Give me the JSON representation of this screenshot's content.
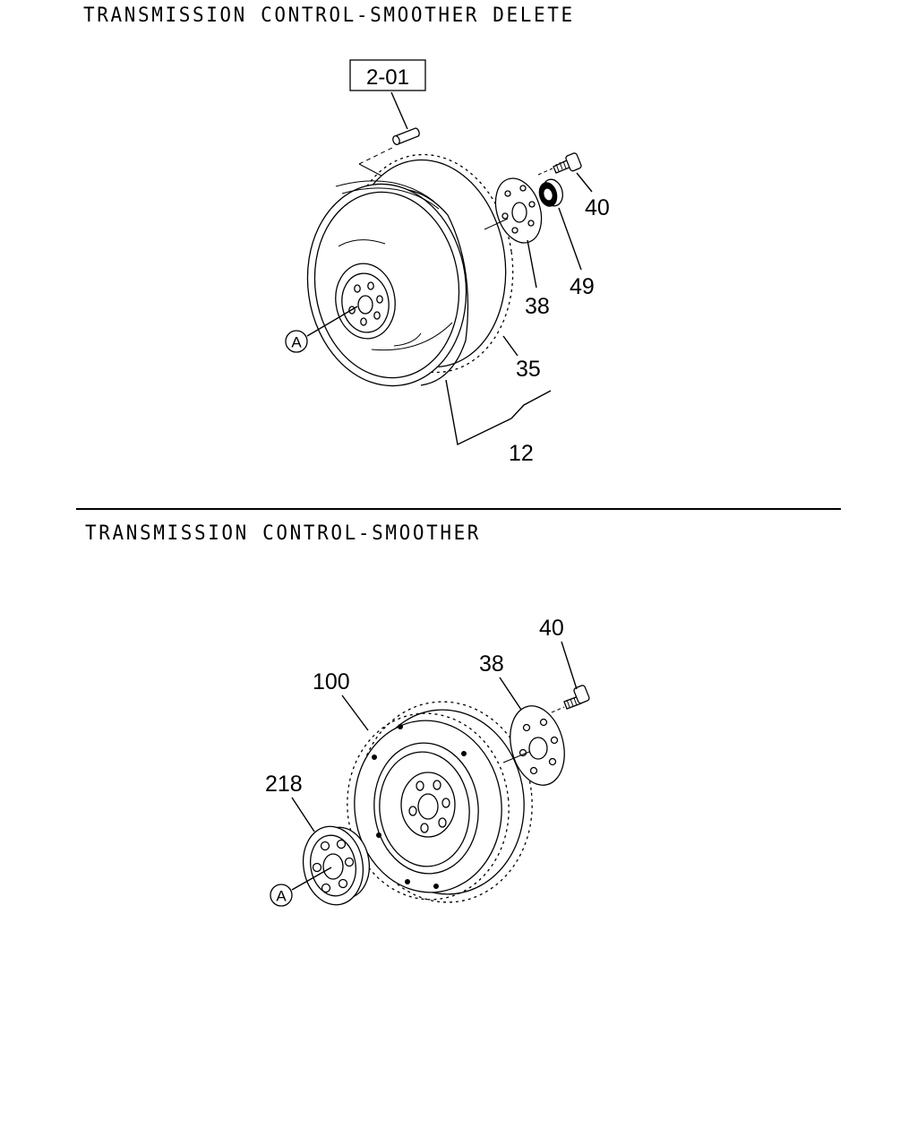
{
  "sections": [
    {
      "title": "TRANSMISSION CONTROL-SMOOTHER DELETE",
      "reference_box": "2-01",
      "callouts": [
        {
          "id": "40",
          "label": "40"
        },
        {
          "id": "49",
          "label": "49"
        },
        {
          "id": "38",
          "label": "38"
        },
        {
          "id": "35",
          "label": "35"
        },
        {
          "id": "12",
          "label": "12"
        }
      ],
      "view_marker": "A"
    },
    {
      "title": "TRANSMISSION CONTROL-SMOOTHER",
      "callouts": [
        {
          "id": "40",
          "label": "40"
        },
        {
          "id": "38",
          "label": "38"
        },
        {
          "id": "100",
          "label": "100"
        },
        {
          "id": "218",
          "label": "218"
        }
      ],
      "view_marker": "A"
    }
  ]
}
